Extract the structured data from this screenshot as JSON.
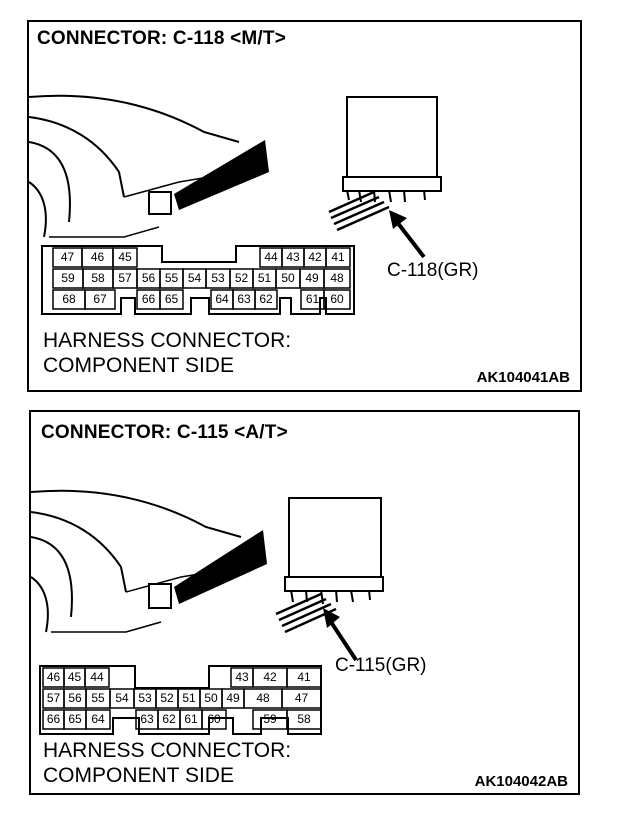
{
  "connector_1": {
    "title": "CONNECTOR: C-118 <M/T>",
    "callout": "C-118(GR)",
    "harness_line1": "HARNESS CONNECTOR:",
    "harness_line2": "COMPONENT SIDE",
    "figure_code": "AK104041AB",
    "pins_row1_left": [
      "47",
      "46",
      "45"
    ],
    "pins_row1_right": [
      "44",
      "43",
      "42",
      "41"
    ],
    "pins_row2": [
      "59",
      "58",
      "57",
      "56",
      "55",
      "54",
      "53",
      "52",
      "51",
      "50",
      "49",
      "48"
    ],
    "pins_row3_left": [
      "68",
      "67"
    ],
    "pins_row3_mid": [
      "66",
      "65"
    ],
    "pins_row3_mid2": [
      "64",
      "63",
      "62"
    ],
    "pins_row3_right": [
      "61",
      "60"
    ]
  },
  "connector_2": {
    "title": "CONNECTOR: C-115 <A/T>",
    "callout": "C-115(GR)",
    "harness_line1": "HARNESS CONNECTOR:",
    "harness_line2": "COMPONENT SIDE",
    "figure_code": "AK104042AB",
    "pins_row1_left": [
      "46",
      "45",
      "44"
    ],
    "pins_row1_right": [
      "43",
      "42",
      "41"
    ],
    "pins_row2": [
      "57",
      "56",
      "55",
      "54",
      "53",
      "52",
      "51",
      "50",
      "49",
      "48",
      "47"
    ],
    "pins_row3_left": [
      "66",
      "65",
      "64"
    ],
    "pins_row3_mid": [
      "63",
      "62",
      "61",
      "60"
    ],
    "pins_row3_right": [
      "59",
      "58"
    ]
  }
}
